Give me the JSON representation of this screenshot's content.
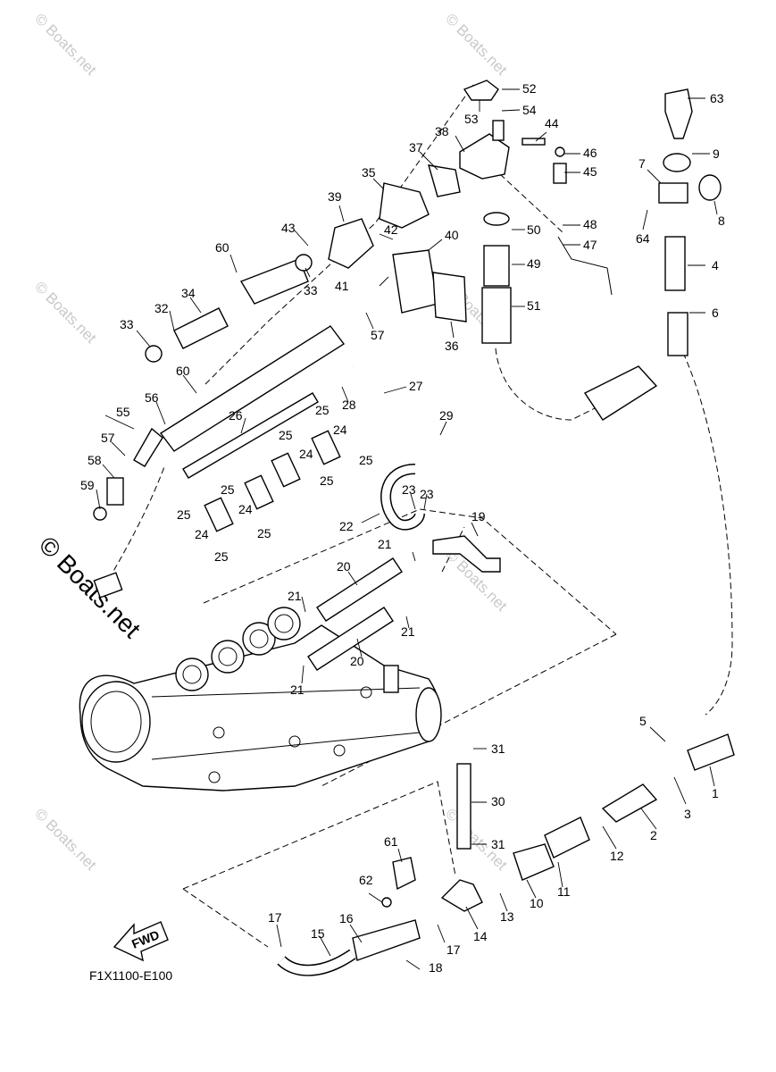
{
  "diagram_code": "F1X1100-E100",
  "fwd_arrow_label": "FWD",
  "watermark_small": "© Boats.net",
  "watermark_large": "© Boats.net",
  "callouts": {
    "c1": "1",
    "c2": "2",
    "c3": "3",
    "c4": "4",
    "c5": "5",
    "c6": "6",
    "c7": "7",
    "c8": "8",
    "c9": "9",
    "c10": "10",
    "c11": "11",
    "c12": "12",
    "c13": "13",
    "c14": "14",
    "c15": "15",
    "c16": "16",
    "c17a": "17",
    "c17b": "17",
    "c18": "18",
    "c19": "19",
    "c20a": "20",
    "c20b": "20",
    "c21a": "21",
    "c21b": "21",
    "c21c": "21",
    "c21d": "21",
    "c22": "22",
    "c23a": "23",
    "c23b": "23",
    "c24a": "24",
    "c24b": "24",
    "c24c": "24",
    "c24d": "24",
    "c25a": "25",
    "c25b": "25",
    "c25c": "25",
    "c25d": "25",
    "c25e": "25",
    "c25f": "25",
    "c25g": "25",
    "c26": "26",
    "c27": "27",
    "c28": "28",
    "c29": "29",
    "c30": "30",
    "c31a": "31",
    "c31b": "31",
    "c32": "32",
    "c33a": "33",
    "c33b": "33",
    "c34": "34",
    "c35": "35",
    "c36": "36",
    "c37": "37",
    "c38": "38",
    "c39": "39",
    "c40": "40",
    "c41": "41",
    "c42": "42",
    "c43": "43",
    "c44": "44",
    "c45": "45",
    "c46": "46",
    "c47": "47",
    "c48": "48",
    "c49": "49",
    "c50": "50",
    "c51": "51",
    "c52": "52",
    "c53": "53",
    "c54": "54",
    "c55": "55",
    "c56": "56",
    "c57a": "57",
    "c57b": "57",
    "c58": "58",
    "c59": "59",
    "c60a": "60",
    "c60b": "60",
    "c61": "61",
    "c62": "62",
    "c63": "63",
    "c64": "64"
  }
}
